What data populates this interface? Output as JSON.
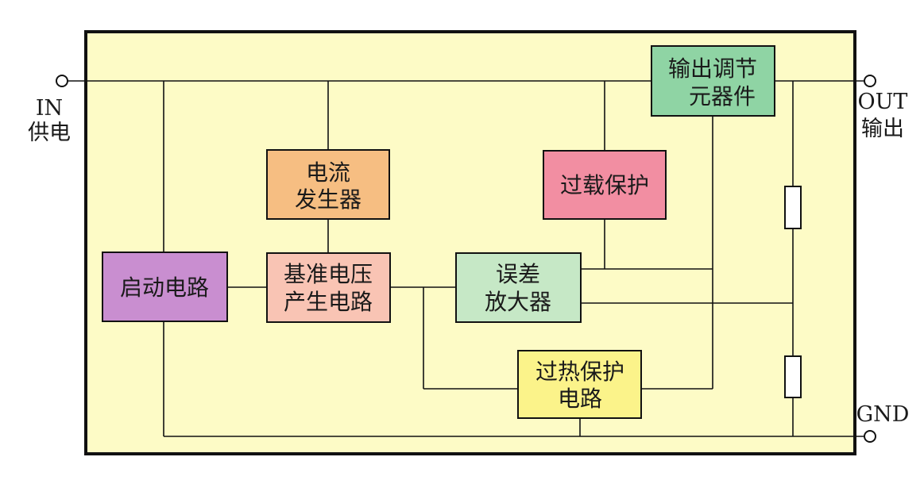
{
  "terminals": {
    "in_label": "IN",
    "in_sub": "供电",
    "out_label": "OUT",
    "out_sub": "输出",
    "gnd_label": "GND"
  },
  "blocks": {
    "output_device": {
      "line1": "输出调节",
      "line2": "元器件",
      "color": "#8fd4a4"
    },
    "current_gen": {
      "line1": "电流",
      "line2": "发生器",
      "color": "#f6be82"
    },
    "overload": {
      "line1": "过载保护",
      "color": "#f28ea2"
    },
    "startup": {
      "line1": "启动电路",
      "color": "#c98ed0"
    },
    "reference": {
      "line1": "基准电压",
      "line2": "产生电路",
      "color": "#f9c4b4"
    },
    "error_amp": {
      "line1": "误差",
      "line2": "放大器",
      "color": "#c6e8c6"
    },
    "thermal": {
      "line1": "过热保护",
      "line2": "电路",
      "color": "#fbf38a"
    }
  },
  "colors": {
    "background": "#fdfbc6",
    "resistor_fill": "#ffffff"
  }
}
